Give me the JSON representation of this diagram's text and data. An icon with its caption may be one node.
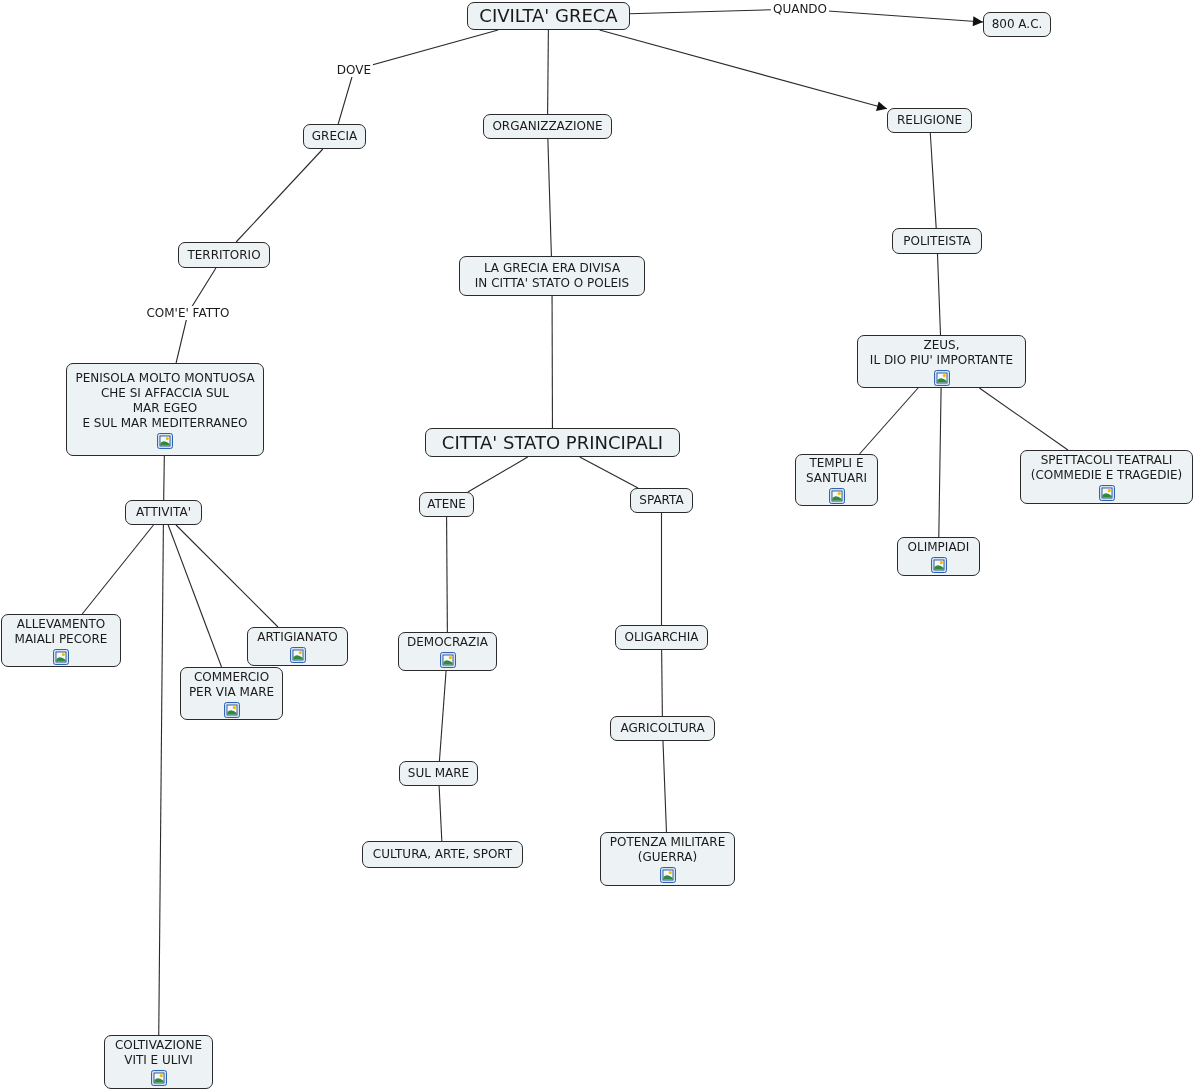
{
  "diagram": {
    "nodes": [
      {
        "text": [
          "CIVILTA' GRECA"
        ]
      },
      {
        "text": [
          "800 A.C."
        ]
      },
      {
        "text": [
          "GRECIA"
        ]
      },
      {
        "text": [
          "ORGANIZZAZIONE"
        ]
      },
      {
        "text": [
          "RELIGIONE"
        ]
      },
      {
        "text": [
          "TERRITORIO"
        ]
      },
      {
        "text": [
          "LA GRECIA ERA DIVISA IN CITTA' STATO O POLEIS"
        ]
      },
      {
        "text": [
          "POLITEISTA"
        ]
      },
      {
        "text": [
          "ZEUS, IL DIO PIU' IMPORTANTE"
        ]
      },
      {
        "text": [
          "PENISOLA MOLTO MONTUOSA CHE SI AFFACCIA SUL MAR EGEO E SUL MAR MEDITERRANEO"
        ]
      },
      {
        "text": [
          "CITTA' STATO PRINCIPALI"
        ]
      },
      {
        "text": [
          "TEMPLI E SANTUARI"
        ]
      },
      {
        "text": [
          "SPETTACOLI TEATRALI (COMMEDIE E TRAGEDIE)"
        ]
      },
      {
        "text": [
          "ATENE"
        ]
      },
      {
        "text": [
          "SPARTA"
        ]
      },
      {
        "text": [
          "ATTIVITA'"
        ]
      },
      {
        "text": [
          "OLIMPIADI"
        ]
      },
      {
        "text": [
          "ALLEVAMENTO MAIALI PECORE"
        ]
      },
      {
        "text": [
          "ARTIGIANATO"
        ]
      },
      {
        "text": [
          "DEMOCRAZIA"
        ]
      },
      {
        "text": [
          "OLIGARCHIA"
        ]
      },
      {
        "text": [
          "COMMERCIO PER VIA MARE"
        ]
      },
      {
        "text": [
          "AGRICOLTURA"
        ]
      },
      {
        "text": [
          "SUL MARE"
        ]
      },
      {
        "text": [
          "CULTURA, ARTE, SPORT"
        ]
      },
      {
        "text": [
          "POTENZA MILITARE (GUERRA)"
        ]
      },
      {
        "text": [
          "COLTIVAZIONE VITI E ULIVI"
        ]
      }
    ],
    "edges": [
      {
        "from": 0,
        "to": 2,
        "arrow": "none",
        "label": "DOVE"
      },
      {
        "from": 0,
        "to": 3,
        "arrow": "none"
      },
      {
        "from": 0,
        "to": 4,
        "arrow": "to"
      },
      {
        "from": 0,
        "to": 1,
        "arrow": "to",
        "label": "QUANDO"
      },
      {
        "from": 2,
        "to": 5,
        "arrow": "none"
      },
      {
        "from": 3,
        "to": 6,
        "arrow": "none"
      },
      {
        "from": 4,
        "to": 7,
        "arrow": "none"
      },
      {
        "from": 5,
        "to": 9,
        "arrow": "none",
        "label": "COM'E' FATTO"
      },
      {
        "from": 6,
        "to": 10,
        "arrow": "none"
      },
      {
        "from": 7,
        "to": 8,
        "arrow": "none"
      },
      {
        "from": 9,
        "to": 15,
        "arrow": "none"
      },
      {
        "from": 10,
        "to": 13,
        "arrow": "none"
      },
      {
        "from": 10,
        "to": 14,
        "arrow": "none"
      },
      {
        "from": 8,
        "to": 11,
        "arrow": "none"
      },
      {
        "from": 8,
        "to": 16,
        "arrow": "none"
      },
      {
        "from": 8,
        "to": 12,
        "arrow": "none"
      },
      {
        "from": 15,
        "to": 17,
        "arrow": "none"
      },
      {
        "from": 15,
        "to": 26,
        "arrow": "none"
      },
      {
        "from": 15,
        "to": 21,
        "arrow": "none"
      },
      {
        "from": 15,
        "to": 18,
        "arrow": "none"
      },
      {
        "from": 13,
        "to": 19,
        "arrow": "none"
      },
      {
        "from": 14,
        "to": 20,
        "arrow": "none"
      },
      {
        "from": 19,
        "to": 23,
        "arrow": "none"
      },
      {
        "from": 20,
        "to": 22,
        "arrow": "none"
      },
      {
        "from": 23,
        "to": 24,
        "arrow": "none"
      },
      {
        "from": 22,
        "to": 25,
        "arrow": "none"
      }
    ]
  }
}
